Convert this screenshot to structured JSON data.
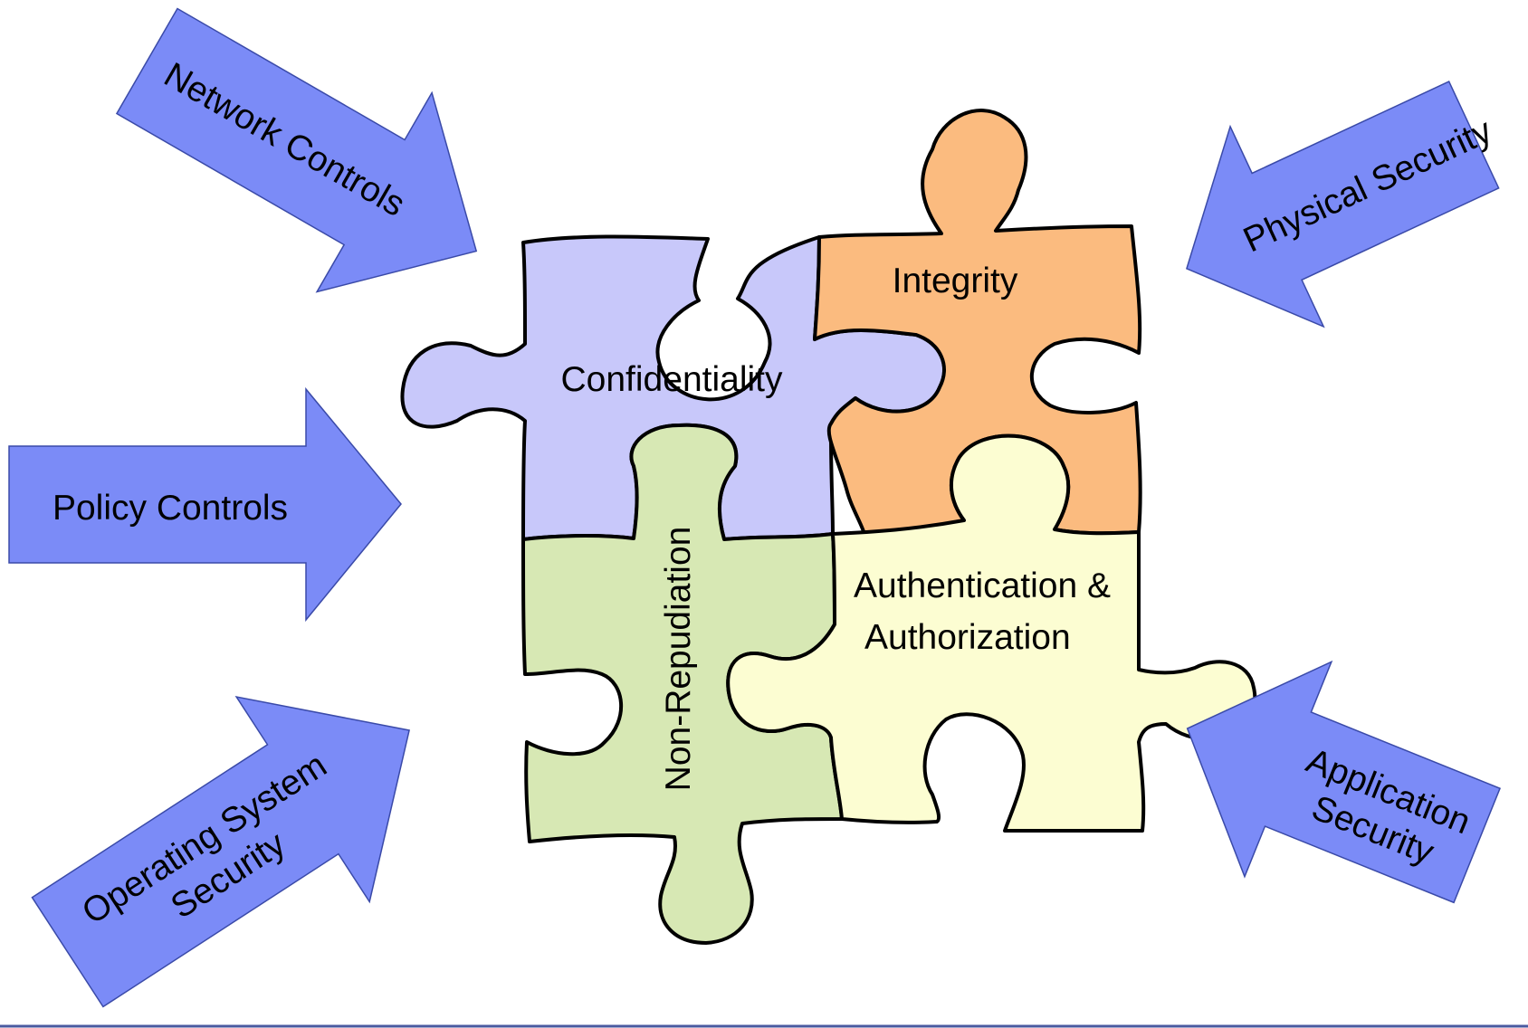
{
  "colors": {
    "arrow_fill": "#7b8bf7",
    "arrow_stroke": "#3a4aa8",
    "confidentiality_fill": "#c8c8fa",
    "integrity_fill": "#fbbb7f",
    "non_repudiation_fill": "#d7e8b4",
    "authentication_fill": "#fcfdd2",
    "piece_outline": "#000000",
    "bottom_rule": "#4a5aa0"
  },
  "pieces": {
    "confidentiality": {
      "label": "Confidentiality"
    },
    "integrity": {
      "label": "Integrity"
    },
    "non_repudiation": {
      "label": "Non-Repudiation"
    },
    "authentication": {
      "line1": "Authentication &",
      "line2": "Authorization"
    }
  },
  "arrows": {
    "network_controls": {
      "label": "Network Controls"
    },
    "physical_security": {
      "label": "Physical Security"
    },
    "policy_controls": {
      "label": "Policy Controls"
    },
    "operating_system_security": {
      "line1": "Operating System",
      "line2": "Security"
    },
    "application_security": {
      "line1": "Application",
      "line2": "Security"
    }
  }
}
